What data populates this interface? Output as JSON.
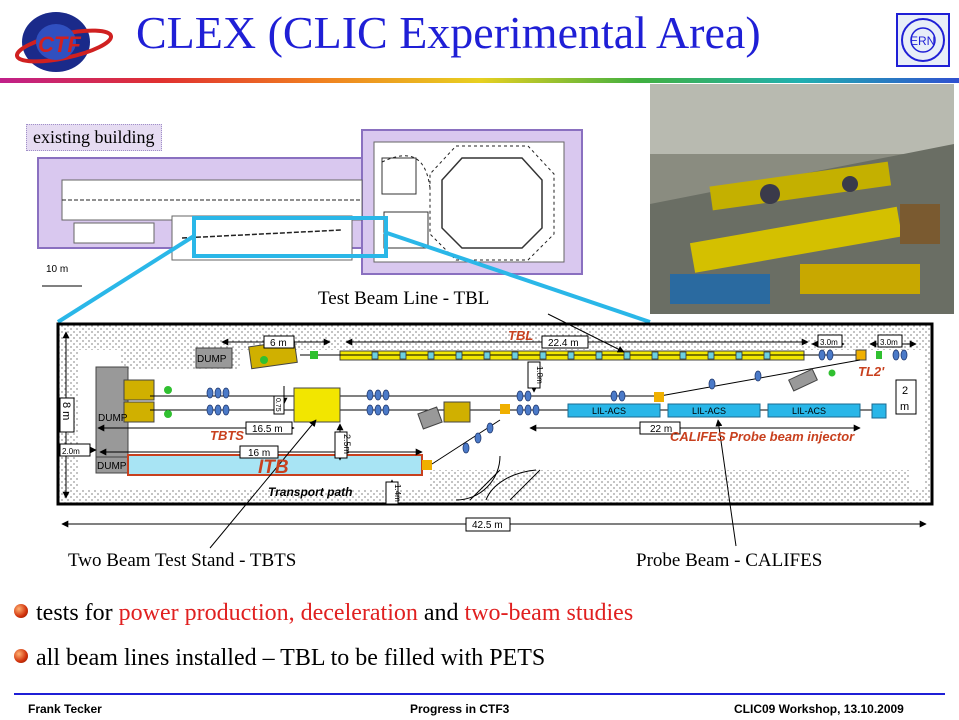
{
  "title": "CLEX (CLIC Experimental Area)",
  "plan": {
    "existing_label": "existing building",
    "scale_label": "10 m"
  },
  "callouts": {
    "tbl": "Test Beam Line - TBL",
    "tbts": "Two Beam Test Stand - TBTS",
    "probe": "Probe Beam - CALIFES"
  },
  "layout_labels": {
    "tbl": "TBL",
    "tl2": "TL2'",
    "tbts": "TBTS",
    "itb": "ITB",
    "califes": "CALIFES Probe beam injector",
    "transport": "Transport path",
    "dump": "DUMP",
    "lil_acs": "LIL-ACS",
    "dim_6m": "6 m",
    "dim_22_4m": "22.4 m",
    "dim_3m_a": "3.0m",
    "dim_3m_b": "3.0m",
    "dim_1_8m": "1.8m",
    "dim_8m": "8 m",
    "dim_0_75": "0.75",
    "dim_16_5m": "16.5 m",
    "dim_2_5m": "2.5m",
    "dim_2m_left": "2.0m",
    "dim_16m": "16 m",
    "dim_22m": "22 m",
    "dim_2m_right_top": "2",
    "dim_2m_right_bot": "m",
    "dim_1_4m": "1.4m",
    "dim_42_5m": "42.5 m"
  },
  "bullets": {
    "b1_part1": "power production, deceleration",
    "b1_prefix": "tests for ",
    "b1_mid": " and ",
    "b1_part2": "two-beam studies",
    "b2": "all beam lines installed – TBL to be filled with PETS"
  },
  "footer": {
    "left": "Frank Tecker",
    "middle": "Progress in CTF3",
    "right": "CLIC09 Workshop, 13.10.2009"
  },
  "colors": {
    "title": "#1f1fd6",
    "highlight": "#e02020",
    "beamline_yellow": "#f2e600",
    "lil_acs": "#29b6e8",
    "label_red": "#c8401e",
    "building": "#d9c8ef"
  }
}
